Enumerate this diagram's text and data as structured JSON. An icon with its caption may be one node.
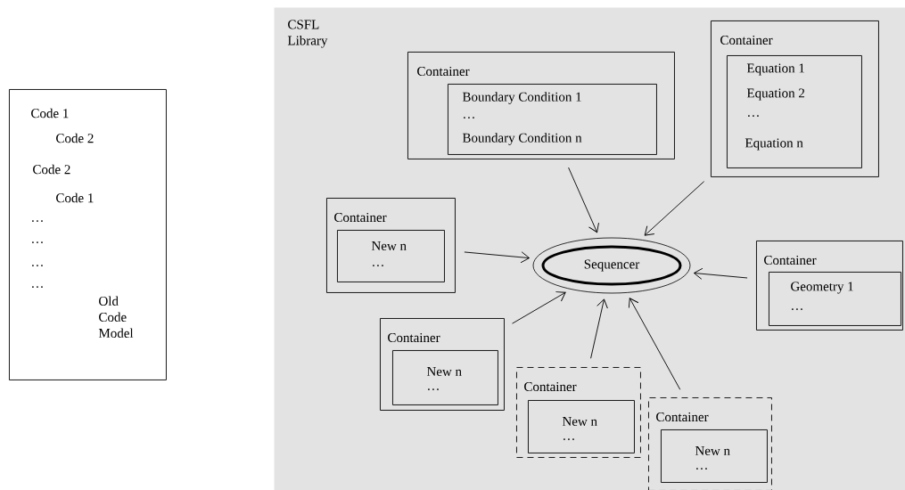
{
  "diagram": {
    "nodes": [
      {
        "text": [
          "Code 1",
          "Code 2",
          "Code 2",
          "Code 1",
          "…",
          "…",
          "…",
          "…",
          "Old Code Model"
        ]
      },
      {
        "text": [
          "CSFL Library"
        ]
      },
      {
        "text": [
          "Container"
        ],
        "in": 1
      },
      {
        "text": [
          "Boundary Condition 1",
          "…",
          "Boundary Condition n"
        ],
        "in": 2
      },
      {
        "text": [
          "Container"
        ],
        "in": 1
      },
      {
        "text": [
          "Equation 1",
          "Equation 2",
          "…",
          "Equation n"
        ],
        "in": 4
      },
      {
        "text": [
          "Container"
        ],
        "in": 1
      },
      {
        "text": [
          "New n",
          "…"
        ],
        "in": 6
      },
      {
        "text": [
          "Sequencer"
        ],
        "in": 1
      },
      {
        "text": [
          "Container"
        ],
        "in": 1
      },
      {
        "text": [
          "Geometry 1",
          "…"
        ],
        "in": 9
      },
      {
        "text": [
          "Container"
        ],
        "in": 1
      },
      {
        "text": [
          "New n",
          "…"
        ],
        "in": 11
      },
      {
        "text": [
          "Container"
        ],
        "in": 1
      },
      {
        "text": [
          "New n",
          "…"
        ],
        "in": 13
      },
      {
        "text": [
          "Container"
        ],
        "in": 1
      },
      {
        "text": [
          "New n",
          "…"
        ],
        "in": 15
      }
    ],
    "edges": [
      {
        "from": 2,
        "to": 8,
        "arrow": "to"
      },
      {
        "from": 4,
        "to": 8,
        "arrow": "to"
      },
      {
        "from": 6,
        "to": 8,
        "arrow": "to"
      },
      {
        "from": 9,
        "to": 8,
        "arrow": "to"
      },
      {
        "from": 11,
        "to": 8,
        "arrow": "to"
      },
      {
        "from": 13,
        "to": 8,
        "arrow": "to"
      },
      {
        "from": 15,
        "to": 8,
        "arrow": "to"
      }
    ]
  }
}
